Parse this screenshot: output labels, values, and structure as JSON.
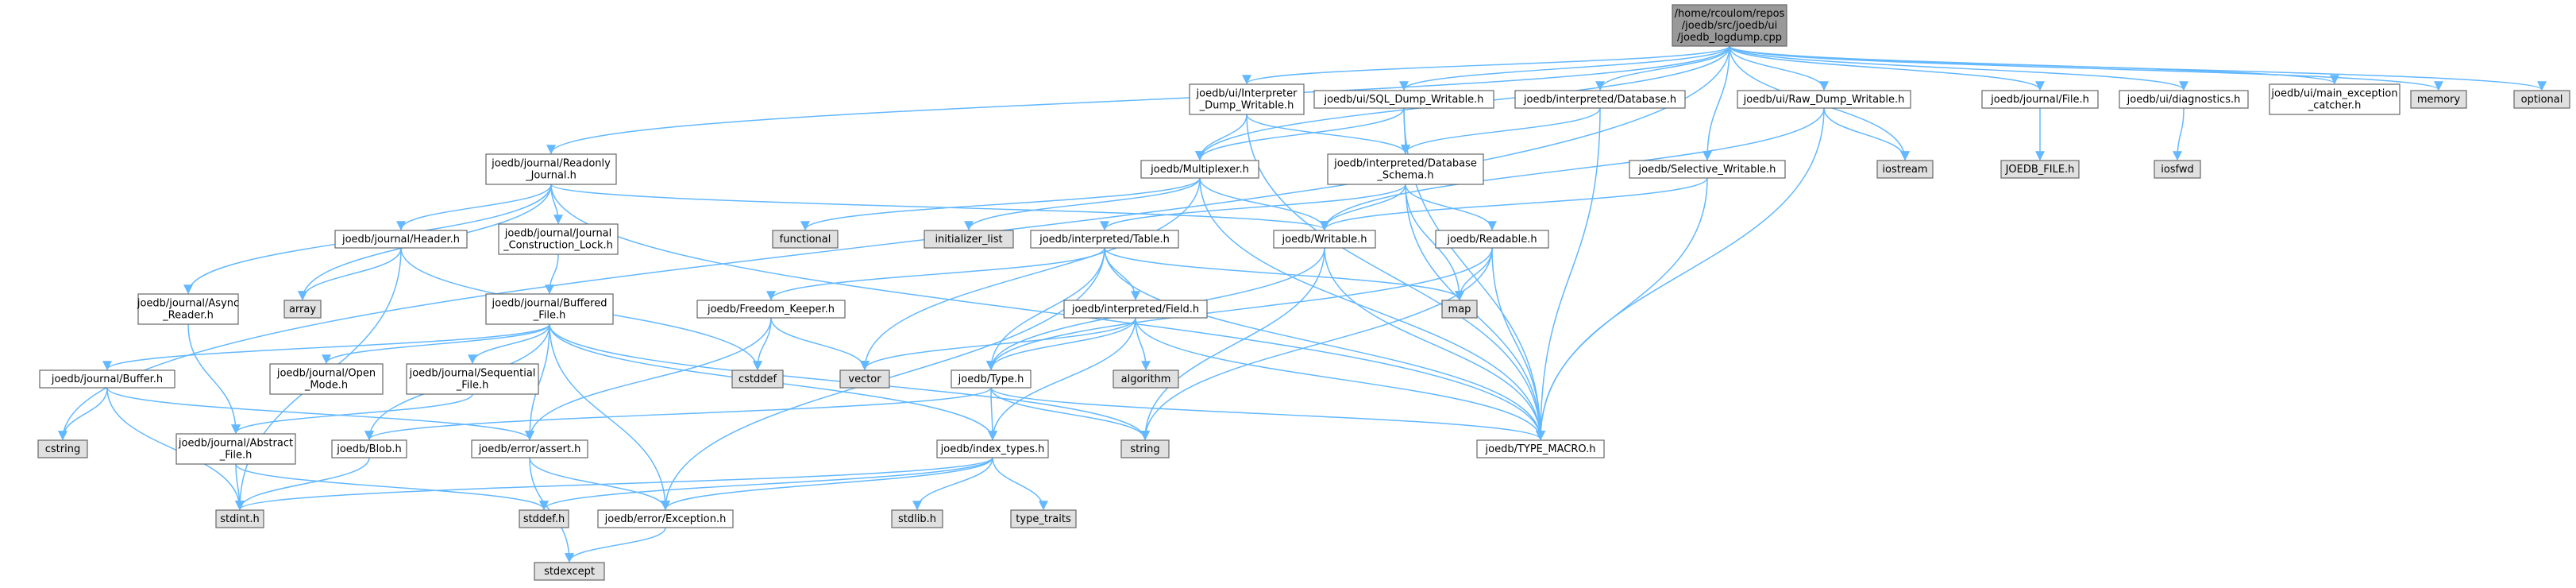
{
  "colors": {
    "root_fill": "#999999",
    "file_fill": "#ffffff",
    "system_fill": "#e0e0e0",
    "highlight_border": "#ff0000",
    "edge": "#63b8ff",
    "border": "#666666"
  },
  "nodes": [
    {
      "id": "logdump",
      "lines": [
        "/home/rcoulom/repos",
        "/joedb/src/joedb/ui",
        "/joedb_logdump.cpp"
      ],
      "kind": "root"
    },
    {
      "id": "interp_dump_writable",
      "lines": [
        "joedb/ui/Interpreter",
        "_Dump_Writable.h"
      ],
      "kind": "file"
    },
    {
      "id": "sql_dump_writable",
      "lines": [
        "joedb/ui/SQL_Dump_Writable.h"
      ],
      "kind": "file"
    },
    {
      "id": "interp_database",
      "lines": [
        "joedb/interpreted/Database.h"
      ],
      "kind": "file"
    },
    {
      "id": "raw_dump_writable",
      "lines": [
        "joedb/ui/Raw_Dump_Writable.h"
      ],
      "kind": "file"
    },
    {
      "id": "journal_file",
      "lines": [
        "joedb/journal/File.h"
      ],
      "kind": "file"
    },
    {
      "id": "diagnostics",
      "lines": [
        "joedb/ui/diagnostics.h"
      ],
      "kind": "file"
    },
    {
      "id": "main_exception_catcher",
      "lines": [
        "joedb/ui/main_exception",
        "_catcher.h"
      ],
      "kind": "file"
    },
    {
      "id": "memory",
      "lines": [
        "memory"
      ],
      "kind": "system"
    },
    {
      "id": "optional",
      "lines": [
        "optional"
      ],
      "kind": "system"
    },
    {
      "id": "readonly_journal",
      "lines": [
        "joedb/journal/Readonly",
        "_Journal.h"
      ],
      "kind": "file"
    },
    {
      "id": "multiplexer",
      "lines": [
        "joedb/Multiplexer.h"
      ],
      "kind": "file"
    },
    {
      "id": "interp_db_schema",
      "lines": [
        "joedb/interpreted/Database",
        "_Schema.h"
      ],
      "kind": "file"
    },
    {
      "id": "selective_writable",
      "lines": [
        "joedb/Selective_Writable.h"
      ],
      "kind": "file"
    },
    {
      "id": "iostream",
      "lines": [
        "iostream"
      ],
      "kind": "system"
    },
    {
      "id": "joedb_file_h",
      "lines": [
        "JOEDB_FILE.h"
      ],
      "kind": "system"
    },
    {
      "id": "iosfwd",
      "lines": [
        "iosfwd"
      ],
      "kind": "system"
    },
    {
      "id": "journal_header",
      "lines": [
        "joedb/journal/Header.h"
      ],
      "kind": "file"
    },
    {
      "id": "journal_construction_lock",
      "lines": [
        "joedb/journal/Journal",
        "_Construction_Lock.h"
      ],
      "kind": "file"
    },
    {
      "id": "functional",
      "lines": [
        "functional"
      ],
      "kind": "system"
    },
    {
      "id": "initializer_list",
      "lines": [
        "initializer_list"
      ],
      "kind": "system"
    },
    {
      "id": "interp_table",
      "lines": [
        "joedb/interpreted/Table.h"
      ],
      "kind": "file"
    },
    {
      "id": "writable",
      "lines": [
        "joedb/Writable.h"
      ],
      "kind": "file"
    },
    {
      "id": "readable",
      "lines": [
        "joedb/Readable.h"
      ],
      "kind": "file"
    },
    {
      "id": "async_reader",
      "lines": [
        "joedb/journal/Async",
        "_Reader.h"
      ],
      "kind": "file"
    },
    {
      "id": "array",
      "lines": [
        "array"
      ],
      "kind": "system"
    },
    {
      "id": "buffered_file",
      "lines": [
        "joedb/journal/Buffered",
        "_File.h"
      ],
      "kind": "file"
    },
    {
      "id": "freedom_keeper",
      "lines": [
        "joedb/Freedom_Keeper.h"
      ],
      "kind": "file"
    },
    {
      "id": "interp_field",
      "lines": [
        "joedb/interpreted/Field.h"
      ],
      "kind": "highlight"
    },
    {
      "id": "map",
      "lines": [
        "map"
      ],
      "kind": "system"
    },
    {
      "id": "journal_buffer",
      "lines": [
        "joedb/journal/Buffer.h"
      ],
      "kind": "file"
    },
    {
      "id": "open_mode",
      "lines": [
        "joedb/journal/Open",
        "_Mode.h"
      ],
      "kind": "file"
    },
    {
      "id": "sequential_file",
      "lines": [
        "joedb/journal/Sequential",
        "_File.h"
      ],
      "kind": "file"
    },
    {
      "id": "cstddef",
      "lines": [
        "cstddef"
      ],
      "kind": "system"
    },
    {
      "id": "vector",
      "lines": [
        "vector"
      ],
      "kind": "system"
    },
    {
      "id": "algorithm",
      "lines": [
        "algorithm"
      ],
      "kind": "system"
    },
    {
      "id": "type_h",
      "lines": [
        "joedb/Type.h"
      ],
      "kind": "file"
    },
    {
      "id": "abstract_file",
      "lines": [
        "joedb/journal/Abstract",
        "_File.h"
      ],
      "kind": "file"
    },
    {
      "id": "cstring",
      "lines": [
        "cstring"
      ],
      "kind": "system"
    },
    {
      "id": "blob",
      "lines": [
        "joedb/Blob.h"
      ],
      "kind": "file"
    },
    {
      "id": "error_assert",
      "lines": [
        "joedb/error/assert.h"
      ],
      "kind": "file"
    },
    {
      "id": "string",
      "lines": [
        "string"
      ],
      "kind": "system"
    },
    {
      "id": "type_macro",
      "lines": [
        "joedb/TYPE_MACRO.h"
      ],
      "kind": "file"
    },
    {
      "id": "index_types",
      "lines": [
        "joedb/index_types.h"
      ],
      "kind": "file"
    },
    {
      "id": "stdint",
      "lines": [
        "stdint.h"
      ],
      "kind": "system"
    },
    {
      "id": "stddef",
      "lines": [
        "stddef.h"
      ],
      "kind": "system"
    },
    {
      "id": "error_exception",
      "lines": [
        "joedb/error/Exception.h"
      ],
      "kind": "file"
    },
    {
      "id": "stdlib",
      "lines": [
        "stdlib.h"
      ],
      "kind": "system"
    },
    {
      "id": "type_traits",
      "lines": [
        "type_traits"
      ],
      "kind": "system"
    },
    {
      "id": "stdexcept",
      "lines": [
        "stdexcept"
      ],
      "kind": "system"
    }
  ],
  "edges": [
    [
      "logdump",
      "interp_dump_writable"
    ],
    [
      "logdump",
      "sql_dump_writable"
    ],
    [
      "logdump",
      "interp_database"
    ],
    [
      "logdump",
      "raw_dump_writable"
    ],
    [
      "logdump",
      "journal_file"
    ],
    [
      "logdump",
      "diagnostics"
    ],
    [
      "logdump",
      "main_exception_catcher"
    ],
    [
      "logdump",
      "memory"
    ],
    [
      "logdump",
      "optional"
    ],
    [
      "logdump",
      "readonly_journal"
    ],
    [
      "logdump",
      "multiplexer"
    ],
    [
      "logdump",
      "selective_writable"
    ],
    [
      "logdump",
      "iostream"
    ],
    [
      "logdump",
      "cstring"
    ],
    [
      "interp_dump_writable",
      "multiplexer"
    ],
    [
      "interp_dump_writable",
      "interp_db_schema"
    ],
    [
      "interp_dump_writable",
      "type_macro"
    ],
    [
      "sql_dump_writable",
      "multiplexer"
    ],
    [
      "sql_dump_writable",
      "interp_db_schema"
    ],
    [
      "sql_dump_writable",
      "type_macro"
    ],
    [
      "interp_database",
      "interp_db_schema"
    ],
    [
      "interp_database",
      "type_macro"
    ],
    [
      "raw_dump_writable",
      "writable"
    ],
    [
      "raw_dump_writable",
      "iostream"
    ],
    [
      "raw_dump_writable",
      "type_macro"
    ],
    [
      "journal_file",
      "joedb_file_h"
    ],
    [
      "diagnostics",
      "iosfwd"
    ],
    [
      "readonly_journal",
      "journal_header"
    ],
    [
      "readonly_journal",
      "journal_construction_lock"
    ],
    [
      "readonly_journal",
      "async_reader"
    ],
    [
      "readonly_journal",
      "array"
    ],
    [
      "readonly_journal",
      "writable"
    ],
    [
      "readonly_journal",
      "type_macro"
    ],
    [
      "multiplexer",
      "writable"
    ],
    [
      "multiplexer",
      "functional"
    ],
    [
      "multiplexer",
      "initializer_list"
    ],
    [
      "multiplexer",
      "vector"
    ],
    [
      "multiplexer",
      "type_macro"
    ],
    [
      "interp_db_schema",
      "interp_table"
    ],
    [
      "interp_db_schema",
      "writable"
    ],
    [
      "interp_db_schema",
      "readable"
    ],
    [
      "interp_db_schema",
      "map"
    ],
    [
      "interp_db_schema",
      "type_macro"
    ],
    [
      "selective_writable",
      "writable"
    ],
    [
      "selective_writable",
      "type_macro"
    ],
    [
      "journal_header",
      "array"
    ],
    [
      "journal_header",
      "cstddef"
    ],
    [
      "journal_header",
      "stdint"
    ],
    [
      "journal_construction_lock",
      "buffered_file"
    ],
    [
      "async_reader",
      "abstract_file"
    ],
    [
      "buffered_file",
      "journal_buffer"
    ],
    [
      "buffered_file",
      "open_mode"
    ],
    [
      "buffered_file",
      "sequential_file"
    ],
    [
      "buffered_file",
      "blob"
    ],
    [
      "buffered_file",
      "error_assert"
    ],
    [
      "buffered_file",
      "error_exception"
    ],
    [
      "buffered_file",
      "index_types"
    ],
    [
      "buffered_file",
      "string"
    ],
    [
      "journal_buffer",
      "cstring"
    ],
    [
      "journal_buffer",
      "stdint"
    ],
    [
      "journal_buffer",
      "error_assert"
    ],
    [
      "sequential_file",
      "abstract_file"
    ],
    [
      "abstract_file",
      "stdint"
    ],
    [
      "abstract_file",
      "stddef"
    ],
    [
      "interp_table",
      "freedom_keeper"
    ],
    [
      "interp_table",
      "interp_field"
    ],
    [
      "interp_table",
      "type_h"
    ],
    [
      "interp_table",
      "map"
    ],
    [
      "interp_table",
      "type_macro"
    ],
    [
      "interp_table",
      "error_exception"
    ],
    [
      "freedom_keeper",
      "cstddef"
    ],
    [
      "freedom_keeper",
      "vector"
    ],
    [
      "freedom_keeper",
      "error_assert"
    ],
    [
      "interp_field",
      "type_h"
    ],
    [
      "interp_field",
      "vector"
    ],
    [
      "interp_field",
      "algorithm"
    ],
    [
      "interp_field",
      "index_types"
    ],
    [
      "interp_field",
      "type_macro"
    ],
    [
      "writable",
      "type_h"
    ],
    [
      "writable",
      "string"
    ],
    [
      "writable",
      "type_macro"
    ],
    [
      "readable",
      "type_h"
    ],
    [
      "readable",
      "map"
    ],
    [
      "readable",
      "string"
    ],
    [
      "readable",
      "type_macro"
    ],
    [
      "type_h",
      "index_types"
    ],
    [
      "type_h",
      "blob"
    ],
    [
      "type_h",
      "string"
    ],
    [
      "type_h",
      "type_macro"
    ],
    [
      "blob",
      "stdint"
    ],
    [
      "error_assert",
      "error_exception"
    ],
    [
      "error_assert",
      "stdexcept"
    ],
    [
      "index_types",
      "stdint"
    ],
    [
      "index_types",
      "stddef"
    ],
    [
      "index_types",
      "stdlib"
    ],
    [
      "index_types",
      "type_traits"
    ],
    [
      "index_types",
      "error_exception"
    ],
    [
      "error_exception",
      "stdexcept"
    ]
  ]
}
